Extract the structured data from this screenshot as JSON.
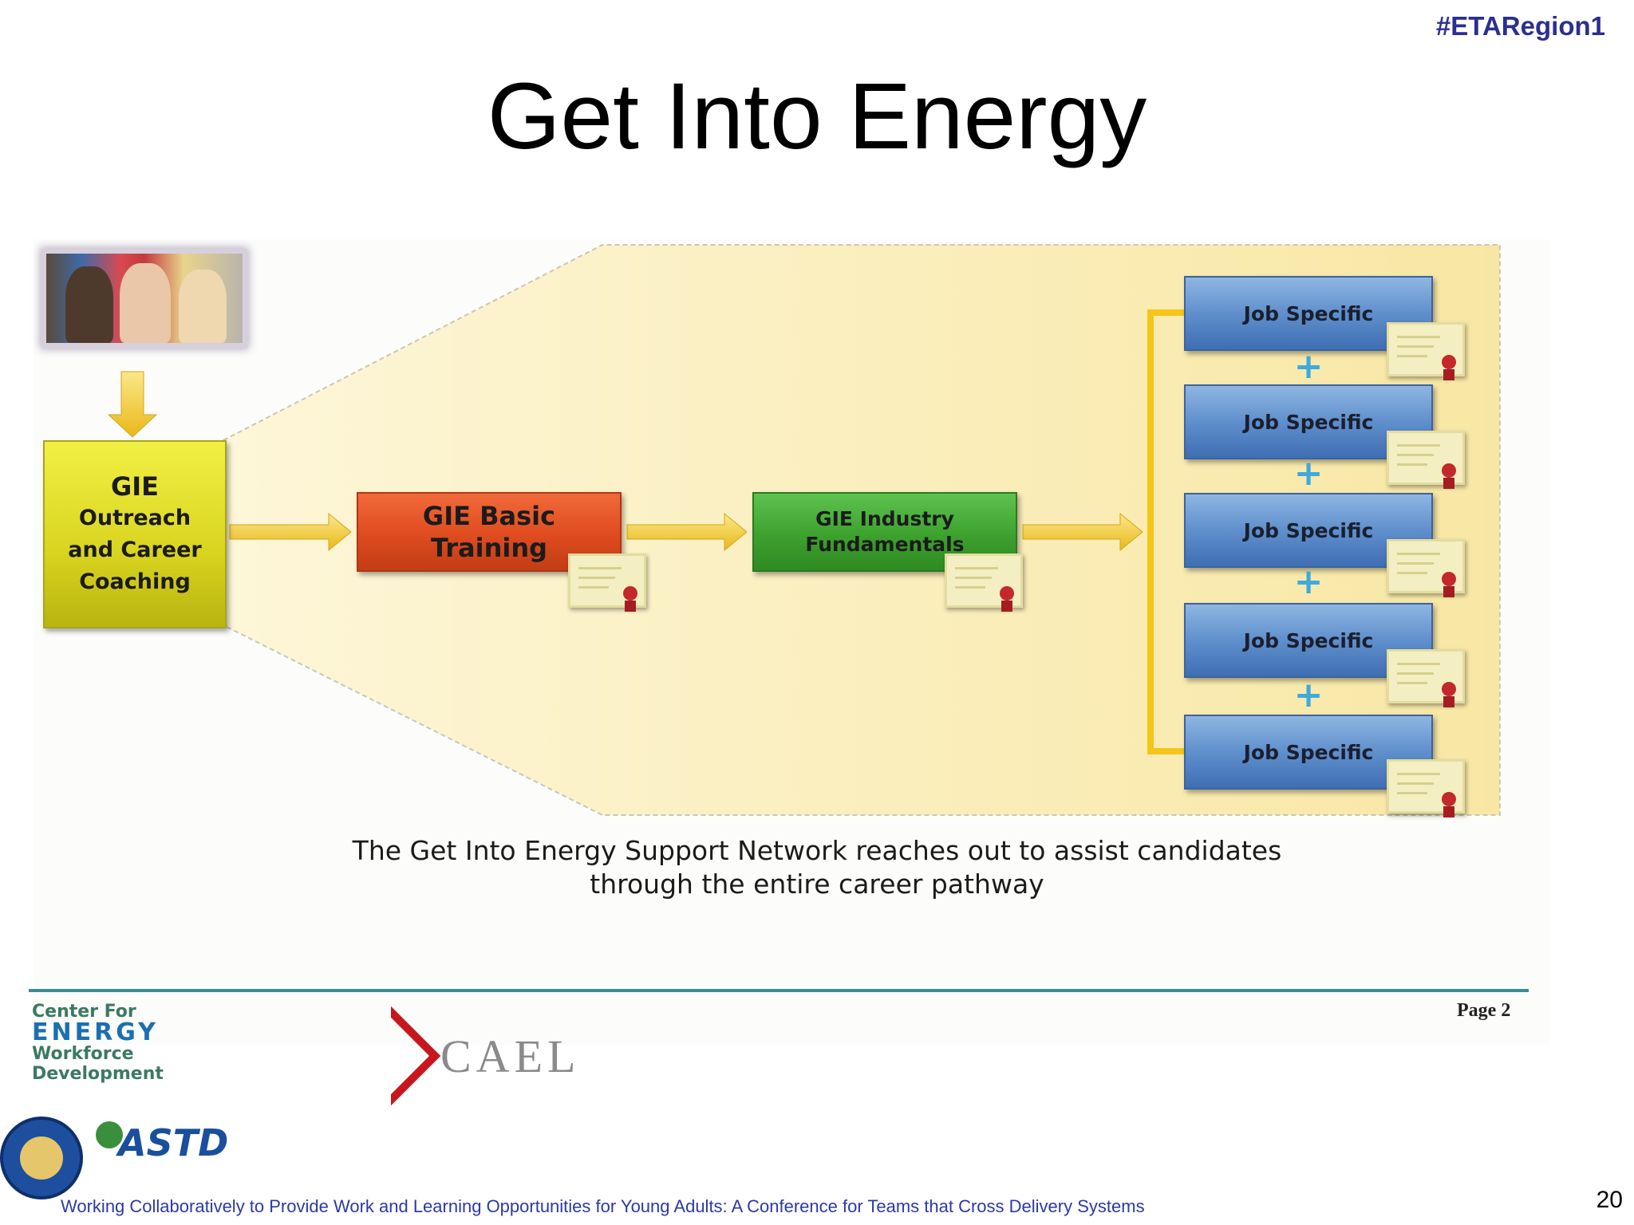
{
  "header": {
    "hashtag": "#ETARegion1",
    "title": "Get Into Energy"
  },
  "diagram": {
    "gie_box": {
      "line1": "GIE",
      "line2": "Outreach",
      "line3": "and Career",
      "line4": "Coaching"
    },
    "basic_box": {
      "line1": "GIE Basic",
      "line2": "Training"
    },
    "industry_box": {
      "line1": "GIE Industry",
      "line2": "Fundamentals"
    },
    "job_boxes": [
      "Job Specific",
      "Job Specific",
      "Job Specific",
      "Job Specific",
      "Job Specific"
    ],
    "plus_symbol": "+",
    "caption_line1": "The Get Into Energy Support Network reaches out to assist candidates",
    "caption_line2": "through the entire career pathway",
    "page_label": "Page 2",
    "colors": {
      "funnel": "#faecae",
      "connector": "#f5c518",
      "arrow": "#f2d24a"
    }
  },
  "logos": {
    "cefd": {
      "line1": "Center For",
      "line2": "ENERGY",
      "line3": "Workforce Development"
    },
    "cael": "CAEL",
    "astd": "ASTD"
  },
  "footer": {
    "text": "Working Collaboratively to Provide Work and Learning Opportunities for Young Adults: A Conference for Teams that Cross Delivery Systems",
    "slide_number": "20"
  }
}
